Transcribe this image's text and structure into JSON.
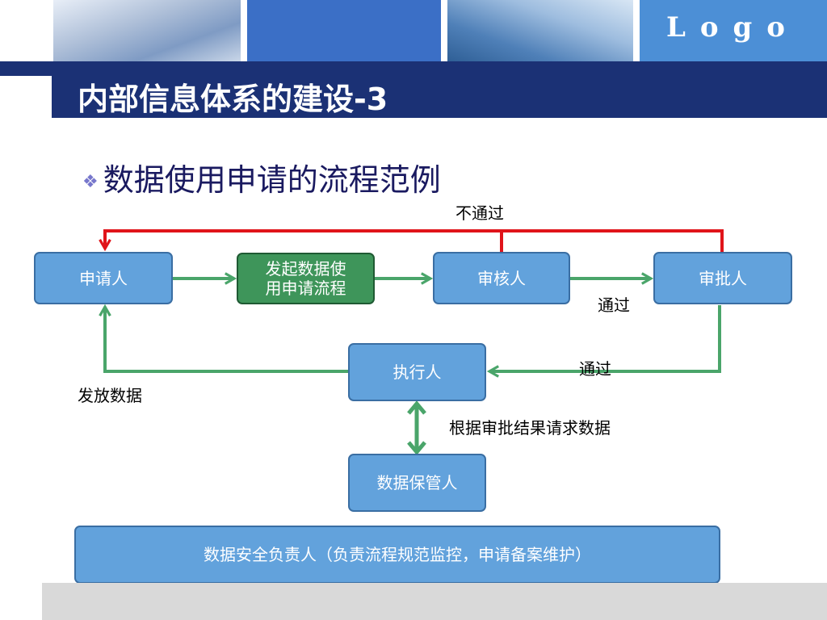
{
  "header": {
    "logo": "Logo"
  },
  "slide": {
    "title": "内部信息体系的建设-3",
    "bullet": "数据使用申请的流程范例"
  },
  "boxes": {
    "applicant": "申请人",
    "initiate": "发起数据使\n用申请流程",
    "reviewer": "审核人",
    "approver": "审批人",
    "executor": "执行人",
    "custodian": "数据保管人",
    "security_owner": "数据安全负责人（负责流程规范监控，申请备案维护）"
  },
  "labels": {
    "reject": "不通过",
    "pass_review": "通过",
    "pass_approve": "通过",
    "issue_data": "发放数据",
    "request_data": "根据审批结果请求数据"
  },
  "colors": {
    "box_blue": "#62a2dc",
    "box_green": "#3e955a",
    "arrow_green": "#4aa56a",
    "arrow_red": "#e0141a",
    "title_bar": "#1b3175"
  }
}
